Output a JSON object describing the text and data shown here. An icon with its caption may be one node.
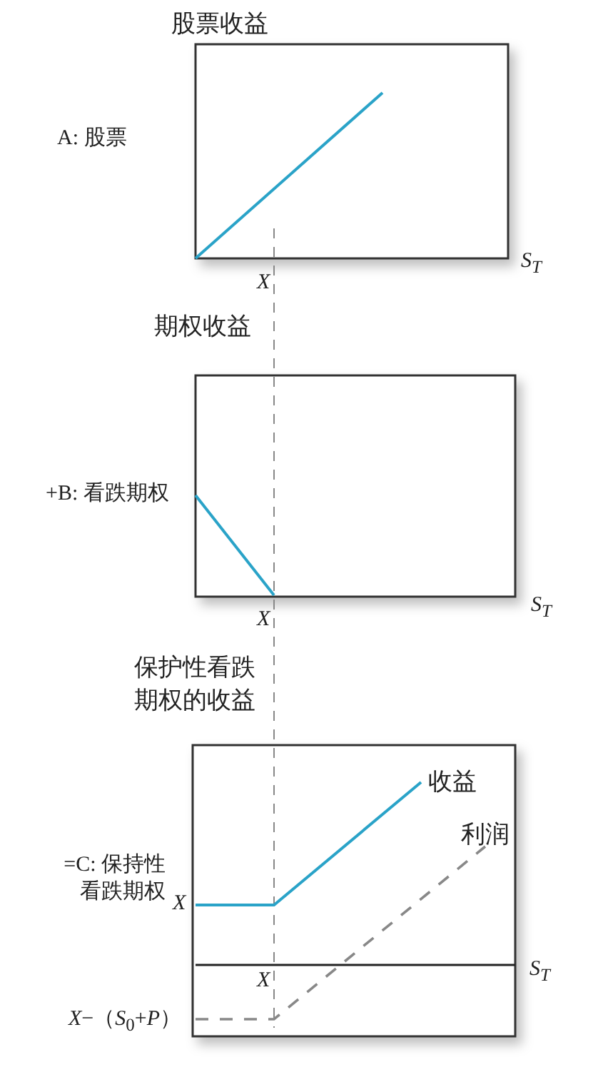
{
  "diagram": {
    "labels": [
      "股票收益",
      "A: 股票",
      "S$_{T}$",
      "X",
      "期权收益",
      "+B: 看跌期权",
      "X",
      "S$_{T}$",
      "保护性看跌期权的收益",
      "收益",
      "利润",
      "=C: 保持性看跌期权",
      "X",
      "X",
      "S$_{T}$",
      "*X*−（*S*$_{0}$+*P*）"
    ]
  }
}
